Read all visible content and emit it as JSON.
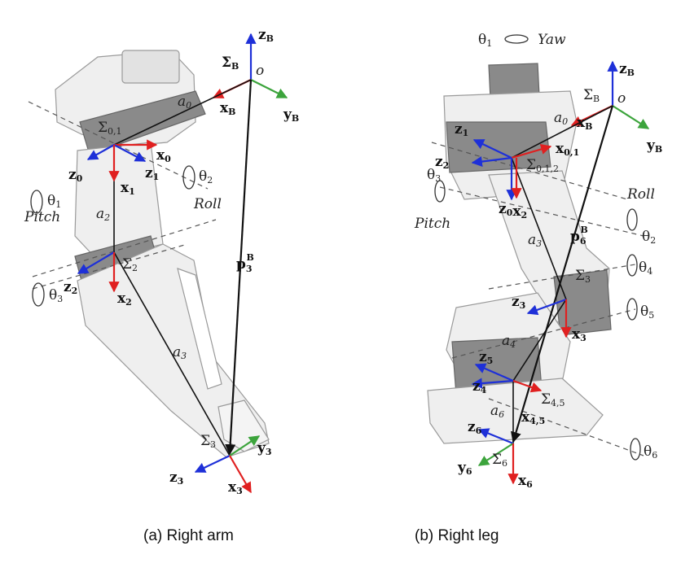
{
  "colors": {
    "x_axis": "#e02020",
    "y_axis": "#3ca43c",
    "z_axis": "#1e30d8",
    "link": "#111111",
    "body": "#9a9a9a"
  },
  "arm": {
    "frame_base": "Σ",
    "frame_base_sub": "B",
    "origin": "o",
    "xB": "x",
    "xB_sub": "B",
    "yB": "y",
    "yB_sub": "B",
    "zB": "z",
    "zB_sub": "B",
    "a0": "a",
    "a0_sub": "0",
    "frame01": "Σ",
    "frame01_sub": "0,1",
    "x0": "x",
    "x0_sub": "0",
    "z0": "z",
    "z0_sub": "0",
    "z1": "z",
    "z1_sub": "1",
    "x1": "x",
    "x1_sub": "1",
    "theta1": "θ",
    "theta1_sub": "1",
    "theta2": "θ",
    "theta2_sub": "2",
    "pitch": "Pitch",
    "roll": "Roll",
    "a2": "a",
    "a2_sub": "2",
    "p3B": "p",
    "p3B_sub": "3",
    "p3B_sup": "B",
    "frame2": "Σ",
    "frame2_sub": "2",
    "z2": "z",
    "z2_sub": "2",
    "x2": "x",
    "x2_sub": "2",
    "theta3": "θ",
    "theta3_sub": "3",
    "a3": "a",
    "a3_sub": "3",
    "frame3": "Σ",
    "frame3_sub": "3",
    "y3": "y",
    "y3_sub": "3",
    "z3": "z",
    "z3_sub": "3",
    "x3": "x",
    "x3_sub": "3"
  },
  "leg": {
    "theta1": "θ",
    "theta1_sub": "1",
    "yaw": "Yaw",
    "zB": "z",
    "zB_sub": "B",
    "frame_base": "Σ",
    "frame_base_sub": "B",
    "origin": "o",
    "a0": "a",
    "a0_sub": "0",
    "xB": "x",
    "xB_sub": "B",
    "yB": "y",
    "yB_sub": "B",
    "z1": "z",
    "z1_sub": "1",
    "x01": "x",
    "x01_sub": "0,1",
    "z2": "z",
    "z2_sub": "2",
    "frame012": "Σ",
    "frame012_sub": "0,1,2",
    "theta3": "θ",
    "theta3_sub": "3",
    "roll": "Roll",
    "z0": "z",
    "z0_sub": "0",
    "x2": "x",
    "x2_sub": "2",
    "pitch": "Pitch",
    "theta2": "θ",
    "theta2_sub": "2",
    "p6B": "p",
    "p6B_sub": "6",
    "p6B_sup": "B",
    "a3": "a",
    "a3_sub": "3",
    "frame3": "Σ",
    "frame3_sub": "3",
    "theta4": "θ",
    "theta4_sub": "4",
    "z3": "z",
    "z3_sub": "3",
    "x3": "x",
    "x3_sub": "3",
    "a4": "a",
    "a4_sub": "4",
    "theta5": "θ",
    "theta5_sub": "5",
    "z5": "z",
    "z5_sub": "5",
    "z4": "z",
    "z4_sub": "4",
    "frame45": "Σ",
    "frame45_sub": "4,5",
    "a6": "a",
    "a6_sub": "6",
    "x45": "x",
    "x45_sub": "4,5",
    "z6": "z",
    "z6_sub": "6",
    "theta6": "θ",
    "theta6_sub": "6",
    "y6": "y",
    "y6_sub": "6",
    "frame6": "Σ",
    "frame6_sub": "6",
    "x6": "x",
    "x6_sub": "6"
  },
  "captions": {
    "a": "(a) Right arm",
    "b": "(b) Right leg"
  }
}
